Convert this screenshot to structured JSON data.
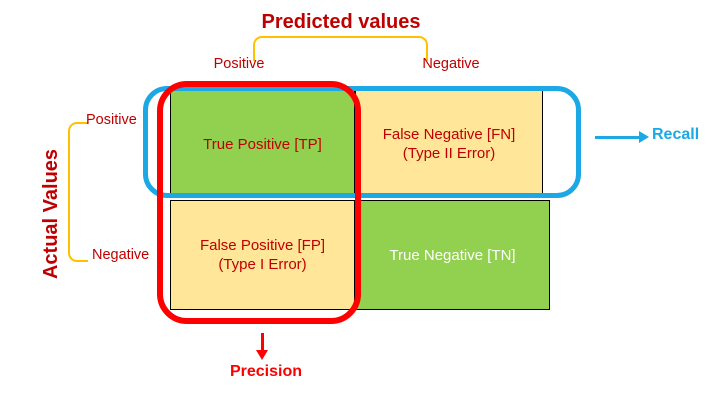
{
  "predicted": {
    "title": "Predicted values",
    "columns": [
      "Positive",
      "Negative"
    ]
  },
  "actual": {
    "title": "Actual Values",
    "rows": [
      "Positive",
      "Negative"
    ]
  },
  "matrix": {
    "tp": {
      "label": "True Positive [TP]",
      "sublabel": ""
    },
    "fn": {
      "label": "False Negative [FN]",
      "sublabel": "(Type II Error)"
    },
    "fp": {
      "label": "False Positive [FP]",
      "sublabel": "(Type I Error)"
    },
    "tn": {
      "label": "True Negative [TN]",
      "sublabel": ""
    }
  },
  "metrics": {
    "recall": "Recall",
    "precision": "Precision"
  },
  "colors": {
    "dark_red_text": "#C00000",
    "bright_red": "#FE0000",
    "orange_bracket": "#FFC000",
    "green_cell": "#92D050",
    "tan_cell": "#FFE699",
    "blue": "#1BA8E5",
    "tn_text": "#FFFFFF",
    "cell_border": "#000000"
  }
}
